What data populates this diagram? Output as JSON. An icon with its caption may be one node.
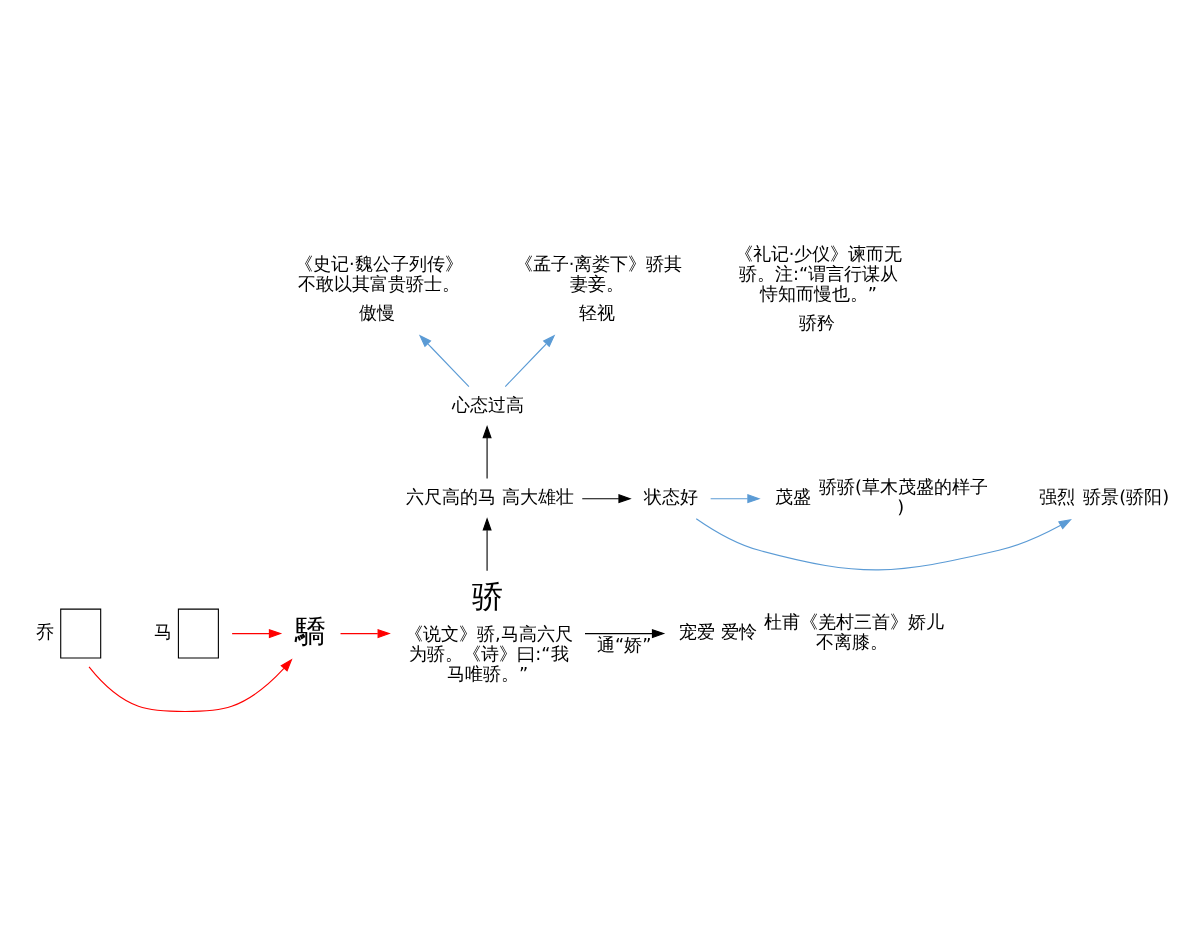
{
  "diagram": {
    "nodes": [
      {
        "text": [],
        "shape": "box",
        "beside": [
          "乔"
        ]
      },
      {
        "text": [],
        "shape": "box",
        "beside": [
          "马"
        ]
      },
      {
        "text": [
          "驕"
        ]
      },
      {
        "text": [
          "骄"
        ],
        "beside": [
          "《说文》骄,马高六尺为骄。《诗》曰:“我马唯骄。”"
        ]
      },
      {
        "text": [
          "六尺高的马 高大雄壮"
        ]
      },
      {
        "text": [
          "状态好"
        ]
      },
      {
        "text": [
          "强烈"
        ],
        "beside": [
          "骄景(骄阳)"
        ]
      },
      {
        "text": [
          "茂盛"
        ],
        "beside": [
          "骄骄(草木茂盛的样子)"
        ]
      },
      {
        "text": [
          "宠爱 爱怜"
        ],
        "beside": [
          "杜甫《羌村三首》娇儿不离膝。"
        ]
      },
      {
        "text": [
          "心态过高"
        ]
      },
      {
        "text": [
          "傲慢"
        ],
        "beside": [
          "《史记·魏公子列传》不敢以其富贵骄士。"
        ]
      },
      {
        "text": [
          "骄矜"
        ],
        "beside": [
          "《礼记·少仪》谏而无骄。注:“谓言行谋从恃知而慢也。”"
        ]
      },
      {
        "text": [
          "轻视"
        ],
        "beside": [
          "《孟子·离娄下》骄其妻妾。"
        ]
      }
    ],
    "edges": [
      {
        "from": 0,
        "to": 2,
        "arrow": "to",
        "color": "#ff0000"
      },
      {
        "from": 1,
        "to": 2,
        "arrow": "to",
        "color": "#ff0000"
      },
      {
        "from": 2,
        "to": 3,
        "arrow": "to",
        "color": "#ff0000"
      },
      {
        "from": 3,
        "to": 4,
        "arrow": "to"
      },
      {
        "from": 4,
        "to": 5,
        "arrow": "to"
      },
      {
        "from": 5,
        "to": 6,
        "arrow": "to",
        "color": "#5b9bd5"
      },
      {
        "from": 5,
        "to": 7,
        "arrow": "to",
        "color": "#5b9bd5"
      },
      {
        "from": 3,
        "to": 8,
        "arrow": "to",
        "label": "通“娇”"
      },
      {
        "from": 4,
        "to": 9,
        "arrow": "to"
      },
      {
        "from": 9,
        "to": 10,
        "arrow": "to",
        "color": "#5b9bd5"
      },
      {
        "from": 9,
        "to": 12,
        "arrow": "to",
        "color": "#5b9bd5"
      }
    ]
  }
}
